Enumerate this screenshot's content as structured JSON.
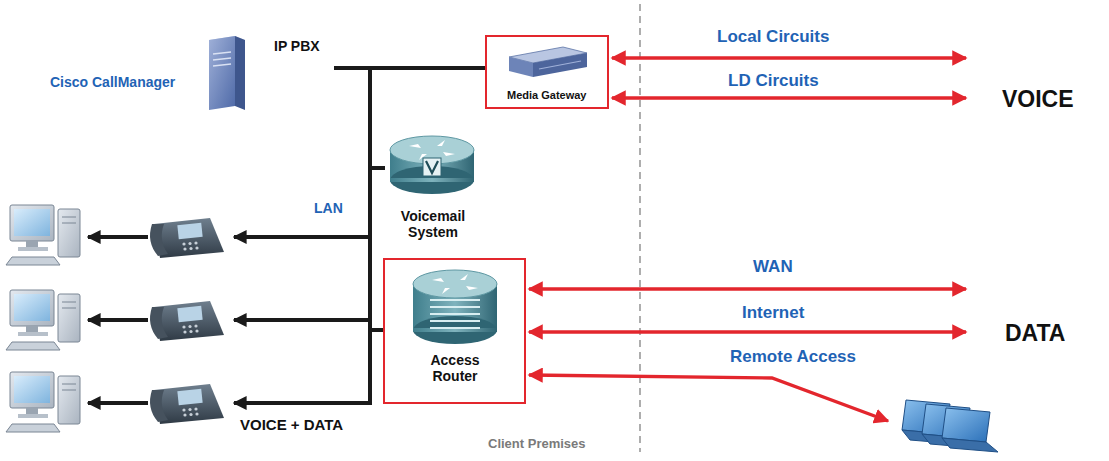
{
  "diagram": {
    "nodes": [
      {
        "text": [
          "Cisco CallManager",
          "IP PBX"
        ]
      },
      {
        "text": [
          "Media Gateway"
        ]
      },
      {
        "text": [
          "Voicemail System"
        ]
      },
      {
        "text": [
          "Access Router"
        ]
      }
    ],
    "edges": [
      {
        "from": 0,
        "to": 1,
        "arrow": "none"
      },
      {
        "from": 0,
        "to": 2,
        "arrow": "none"
      },
      {
        "from": 0,
        "to": 3,
        "arrow": "none"
      }
    ],
    "labels": [
      "Local Circuits",
      "LD Circuits",
      "VOICE",
      "LAN",
      "WAN",
      "Internet",
      "Remote Access",
      "DATA",
      "VOICE + DATA",
      "Client Premises"
    ]
  }
}
